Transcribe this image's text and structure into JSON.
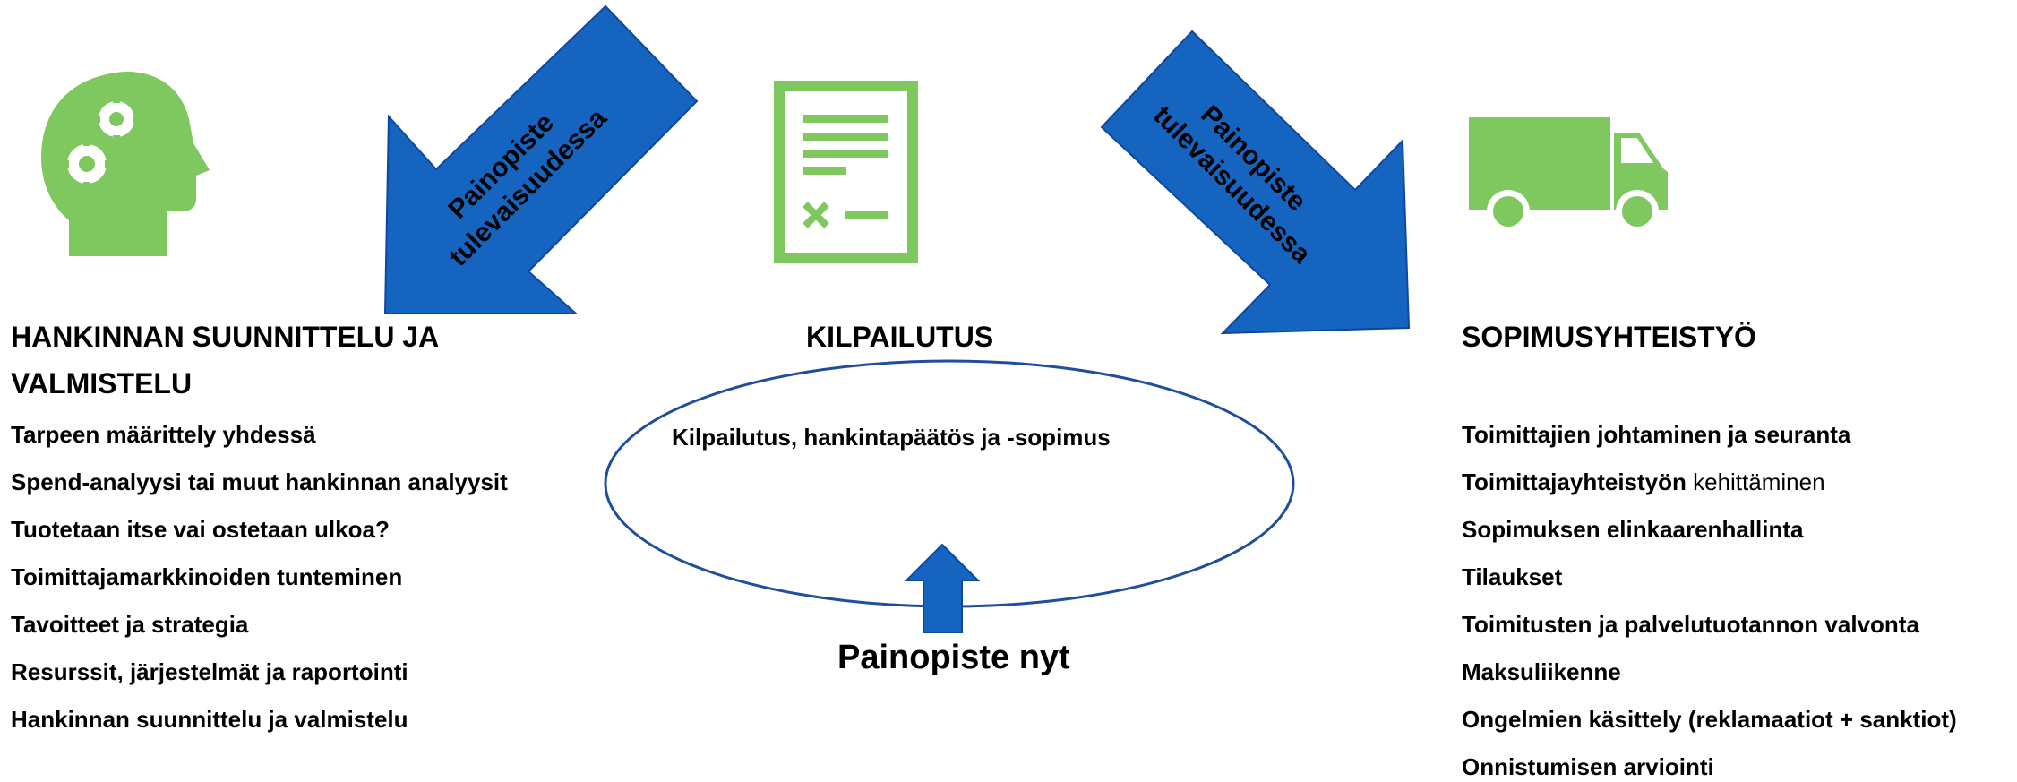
{
  "left": {
    "title": "HANKINNAN SUUNNITTELU JA VALMISTELU",
    "items": [
      "Tarpeen määrittely yhdessä",
      "Spend-analyysi tai muut hankinnan analyysit",
      "Tuotetaan itse vai ostetaan ulkoa?",
      "Toimittajamarkkinoiden tunteminen",
      "Tavoitteet ja strategia",
      "Resurssit, järjestelmät ja raportointi",
      "Hankinnan suunnittelu ja valmistelu"
    ],
    "icon": "head-gears-icon"
  },
  "center": {
    "title": "KILPAILUTUS",
    "ellipse_text": "Kilpailutus, hankintapäätös ja -sopimus",
    "focus_now": "Painopiste nyt",
    "icon": "document-icon"
  },
  "right": {
    "title": "SOPIMUSYHTEISTYÖ",
    "items": [
      {
        "bold": "Toimittajien johtaminen ja seuranta",
        "light": ""
      },
      {
        "bold": "Toimittajayhteistyön",
        "light": " kehittäminen"
      },
      {
        "bold": "Sopimuksen elinkaarenhallinta",
        "light": ""
      },
      {
        "bold": "Tilaukset",
        "light": ""
      },
      {
        "bold": "Toimitusten ja palvelutuotannon valvonta",
        "light": ""
      },
      {
        "bold": "Maksuliikenne",
        "light": ""
      },
      {
        "bold": "Ongelmien käsittely (reklamaatiot + sanktiot)",
        "light": ""
      },
      {
        "bold": "Onnistumisen arviointi",
        "light": ""
      }
    ],
    "icon": "truck-icon"
  },
  "arrows": {
    "left_line1": "Painopiste",
    "left_line2": "tulevaisuudessa",
    "right_line1": "Painopiste",
    "right_line2": "tulevaisuudessa"
  },
  "colors": {
    "icon_green": "#7ec85f",
    "arrow_blue": "#1565c0",
    "arrow_border": "#0d47a1",
    "ellipse_stroke": "#1f4e9c"
  }
}
